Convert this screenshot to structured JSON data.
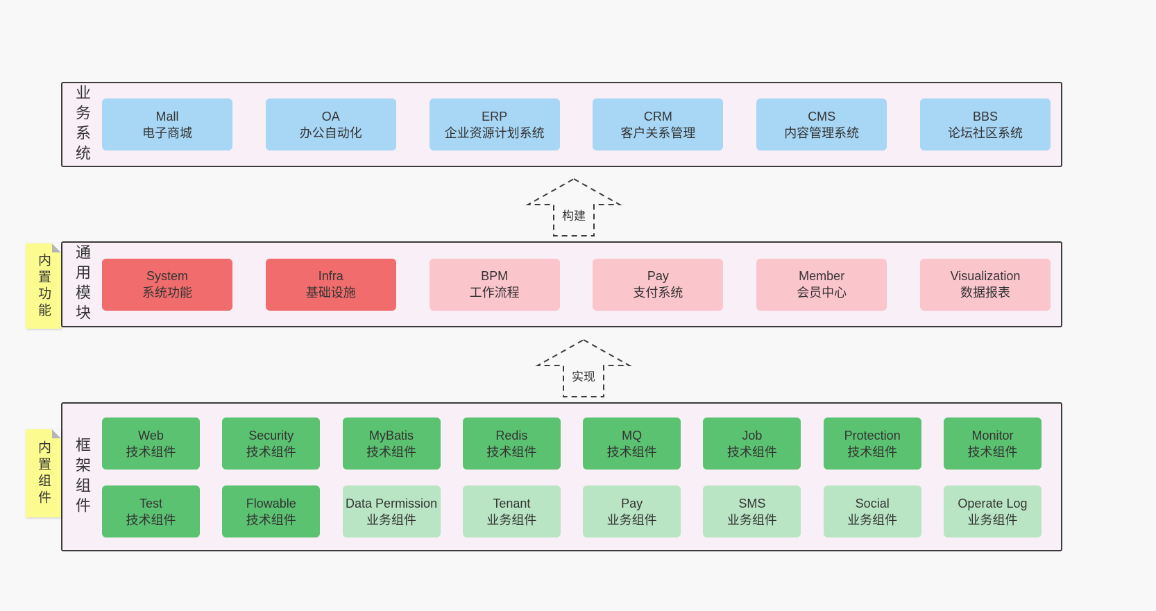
{
  "palette": {
    "page_bg": "#f8f8f8",
    "container_bg": "#f9eff7",
    "container_border": "#3a3a3a",
    "blue": "#a8d7f5",
    "red": "#f16c6c",
    "pink": "#fbc5cc",
    "green": "#5bc271",
    "light_green": "#bae5c4",
    "sticky_yellow": "#fbfb8f",
    "text": "#333333"
  },
  "business_layer": {
    "side_label": "业务系统",
    "boxes": [
      {
        "title": "Mall",
        "subtitle": "电子商城"
      },
      {
        "title": "OA",
        "subtitle": "办公自动化"
      },
      {
        "title": "ERP",
        "subtitle": "企业资源计划系统"
      },
      {
        "title": "CRM",
        "subtitle": "客户关系管理"
      },
      {
        "title": "CMS",
        "subtitle": "内容管理系统"
      },
      {
        "title": "BBS",
        "subtitle": "论坛社区系统"
      }
    ]
  },
  "build_arrow": {
    "label": "构建"
  },
  "module_layer": {
    "side_label": "通用模块",
    "sticky_label": "内置功能",
    "boxes": [
      {
        "title": "System",
        "subtitle": "系统功能"
      },
      {
        "title": "Infra",
        "subtitle": "基础设施"
      },
      {
        "title": "BPM",
        "subtitle": "工作流程"
      },
      {
        "title": "Pay",
        "subtitle": "支付系统"
      },
      {
        "title": "Member",
        "subtitle": "会员中心"
      },
      {
        "title": "Visualization",
        "subtitle": "数据报表"
      }
    ]
  },
  "implement_arrow": {
    "label": "实现"
  },
  "component_layer": {
    "side_label": "框架组件",
    "sticky_label": "内置组件",
    "row1": [
      {
        "title": "Web",
        "subtitle": "技术组件"
      },
      {
        "title": "Security",
        "subtitle": "技术组件"
      },
      {
        "title": "MyBatis",
        "subtitle": "技术组件"
      },
      {
        "title": "Redis",
        "subtitle": "技术组件"
      },
      {
        "title": "MQ",
        "subtitle": "技术组件"
      },
      {
        "title": "Job",
        "subtitle": "技术组件"
      },
      {
        "title": "Protection",
        "subtitle": "技术组件"
      },
      {
        "title": "Monitor",
        "subtitle": "技术组件"
      }
    ],
    "row2": [
      {
        "title": "Test",
        "subtitle": "技术组件"
      },
      {
        "title": "Flowable",
        "subtitle": "技术组件"
      },
      {
        "title": "Data Permission",
        "subtitle": "业务组件"
      },
      {
        "title": "Tenant",
        "subtitle": "业务组件"
      },
      {
        "title": "Pay",
        "subtitle": "业务组件"
      },
      {
        "title": "SMS",
        "subtitle": "业务组件"
      },
      {
        "title": "Social",
        "subtitle": "业务组件"
      },
      {
        "title": "Operate Log",
        "subtitle": "业务组件"
      }
    ]
  }
}
